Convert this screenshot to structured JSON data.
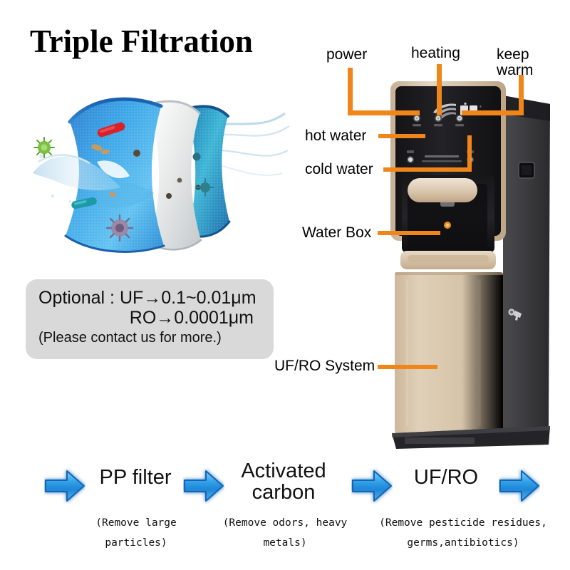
{
  "title": "Triple Filtration",
  "colors": {
    "accent_orange": "#f08519",
    "arrow_blue": "#1f8fe8",
    "arrow_blue_dark": "#1464b4",
    "optional_box_bg": "#d9d9d9",
    "cabinet_gold": "#d9c6ab",
    "panel_black": "#1d1d1f",
    "side_dark": "#3a3a3c"
  },
  "optional": {
    "line1": "Optional : UF→0.1~0.01μm",
    "line2": "RO→0.0001μm",
    "line3": "(Please contact us for more.)"
  },
  "callouts": {
    "power": "power",
    "heating": "heating",
    "keep_warm": "keep\nwarm",
    "hot_water": "hot water",
    "cold_water": "cold water",
    "water_box": "Water Box",
    "uf_ro_system": "UF/RO System"
  },
  "process": {
    "steps": [
      {
        "label": "PP filter",
        "note": "(Remove large particles)"
      },
      {
        "label": "Activated\ncarbon",
        "note": "(Remove odors, heavy\nmetals)"
      },
      {
        "label": "UF/RO",
        "note": "(Remove pesticide residues,\ngerms,antibiotics)"
      }
    ],
    "arrow_count": 4
  },
  "membrane": {
    "alt": "three-layer filtration membrane with germs and water splash"
  }
}
